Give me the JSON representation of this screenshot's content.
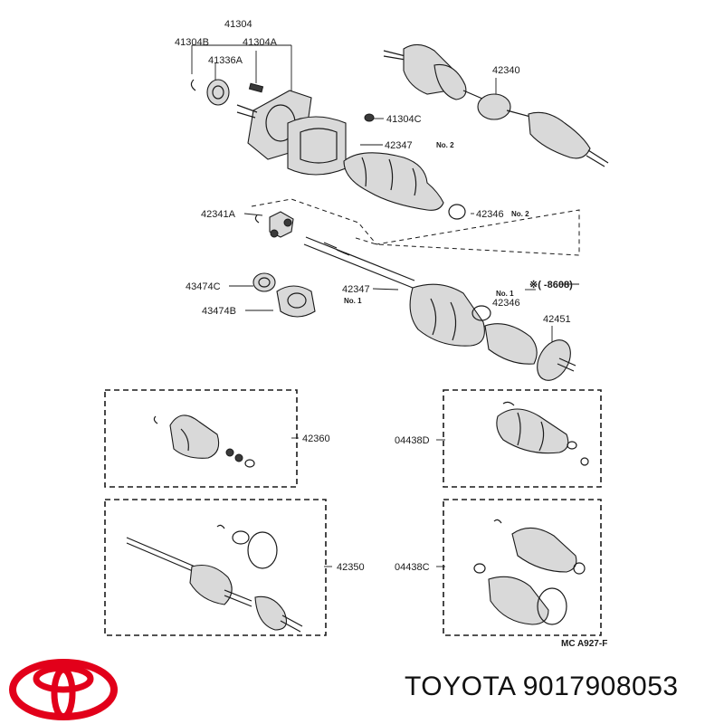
{
  "labels": {
    "p41304": "41304",
    "p41304B": "41304B",
    "p41304A": "41304A",
    "p41336A": "41336A",
    "p41304C": "41304C",
    "p42347_no2": "42347",
    "no2_a": "No. 2",
    "p42346_no2": "42346",
    "no2_b": "No. 2",
    "p42340": "42340",
    "p42341A": "42341A",
    "p43474C": "43474C",
    "p43474B": "43474B",
    "p42347_no1": "42347",
    "no1_a": "No. 1",
    "no1_b": "No. 1",
    "p42346_no1": "42346",
    "p42451": "42451",
    "note_range": "※(    -8608)",
    "p42360": "42360",
    "p04438D": "04438D",
    "p42350": "42350",
    "p04438C": "04438C",
    "figure_code": "MC  A927-F"
  },
  "brand": {
    "text": "TOYOTA 9017908053",
    "logo_color": "#e2001a"
  }
}
